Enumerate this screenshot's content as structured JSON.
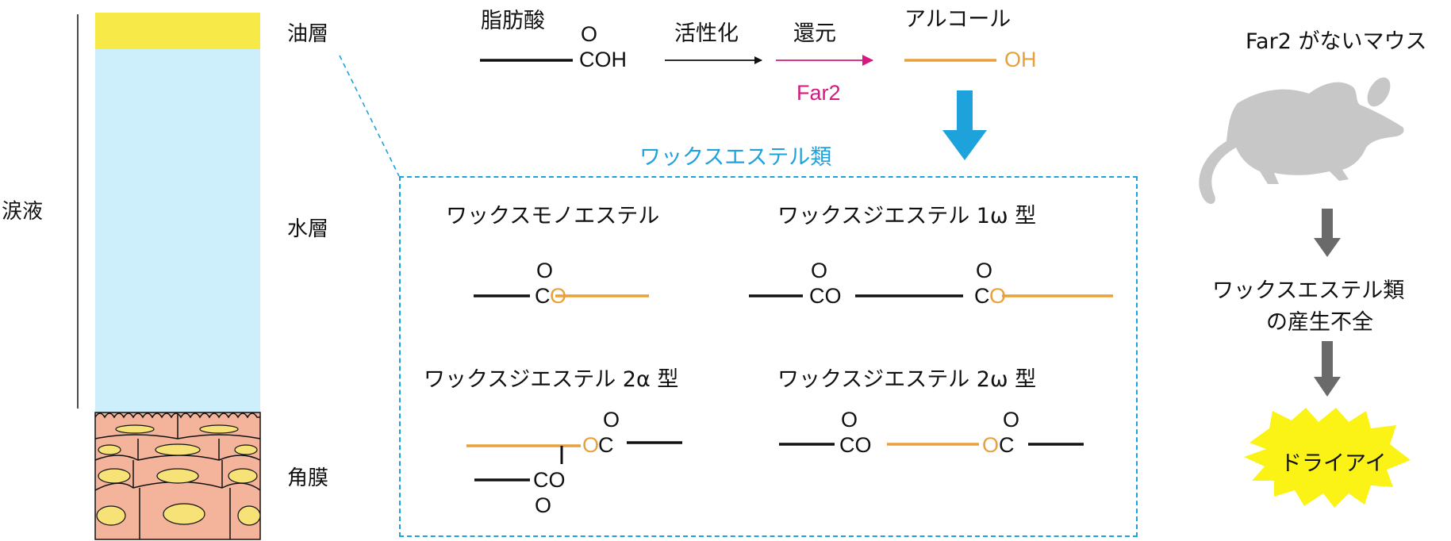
{
  "layers": {
    "tear_fluid": "涙液",
    "oil_layer": "油層",
    "water_layer": "水層",
    "cornea": "角膜"
  },
  "pathway": {
    "fatty_acid": "脂肪酸",
    "carbonyl_o": "O",
    "cooh": "COH",
    "activation": "活性化",
    "reduction": "還元",
    "enzyme": "Far2",
    "alcohol": "アルコール",
    "oh": "OH"
  },
  "wax_esters": {
    "title": "ワックスエステル類",
    "monoester": {
      "title": "ワックスモノエステル",
      "o_top": "O",
      "c": "C",
      "o_ester": "O"
    },
    "diester_1w": {
      "title": "ワックスジエステル 1ω 型",
      "o_top_1": "O",
      "co_1": "CO",
      "o_top_2": "O",
      "c_2": "C",
      "o_ester_2": "O"
    },
    "diester_2a": {
      "title": "ワックスジエステル 2α 型",
      "o_top": "O",
      "o_ester": "O",
      "c": "C",
      "co": "CO",
      "o_bottom": "O"
    },
    "diester_2w": {
      "title": "ワックスジエステル 2ω 型",
      "o_top_1": "O",
      "co_1": "CO",
      "o_top_2": "O",
      "o_ester_2": "O",
      "c_2": "C"
    }
  },
  "mouse_panel": {
    "title": "Far2 がないマウス",
    "deficiency_line1": "ワックスエステル類",
    "deficiency_line2": "の産生不全",
    "result": "ドライアイ"
  },
  "colors": {
    "oil": "#f7e948",
    "water": "#cdeefb",
    "cornea_cell": "#f4b39b",
    "nucleus": "#f7e277",
    "alcohol_orange": "#e8a13a",
    "far2_magenta": "#d6187f",
    "cyan": "#1ea2dc",
    "mouse_gray": "#c7c7c7",
    "arrow_gray": "#6a6a6a",
    "burst_yellow": "#fbf216"
  }
}
